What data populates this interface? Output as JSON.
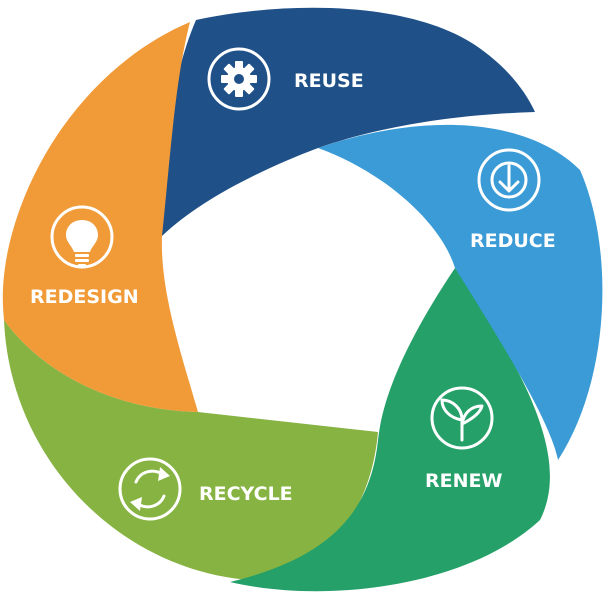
{
  "diagram": {
    "segments": [
      {
        "key": "reuse",
        "label": "REUSE",
        "icon": "gear-icon",
        "color": "#1f5088"
      },
      {
        "key": "reduce",
        "label": "REDUCE",
        "icon": "down-arrow-icon",
        "color": "#3a9bd7"
      },
      {
        "key": "renew",
        "label": "RENEW",
        "icon": "sprout-icon",
        "color": "#24a068"
      },
      {
        "key": "recycle",
        "label": "RECYCLE",
        "icon": "recycle-icon",
        "color": "#86b342"
      },
      {
        "key": "redesign",
        "label": "REDESIGN",
        "icon": "lightbulb-icon",
        "color": "#f19a38"
      }
    ]
  }
}
